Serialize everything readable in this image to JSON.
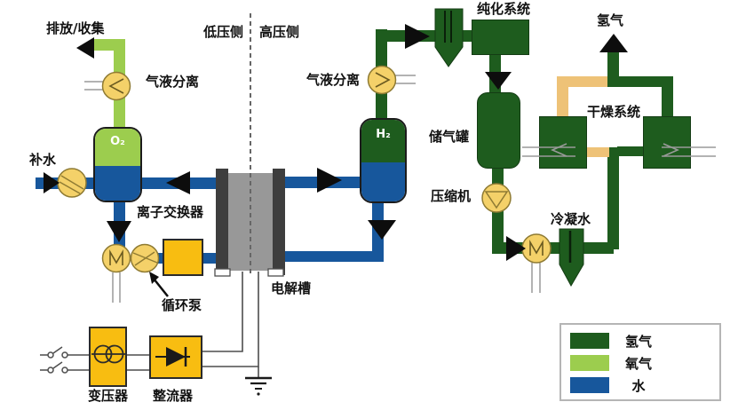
{
  "labels": {
    "discharge_collect": "排放/收集",
    "gas_liquid_sep_left": "气液分离",
    "makeup_water": "补水",
    "low_pressure_side": "低压侧",
    "high_pressure_side": "高压侧",
    "gas_liquid_sep_right": "气液分离",
    "purification_system": "纯化系统",
    "hydrogen_out": "氢气",
    "drying_system": "干燥系统",
    "gas_storage_tank": "储气罐",
    "compressor": "压缩机",
    "condensate_water": "冷凝水",
    "ion_exchanger": "离子交换器",
    "circulation_pump": "循环泵",
    "electrolyzer": "电解槽",
    "transformer": "变压器",
    "rectifier": "整流器",
    "o2_tank": "O₂",
    "h2_tank": "H₂"
  },
  "legend": {
    "items": [
      {
        "label": "氢气",
        "color": "#1e5c1e"
      },
      {
        "label": "氧气",
        "color": "#9ccd4e"
      },
      {
        "label": "水",
        "color": "#17579c"
      }
    ]
  },
  "colors": {
    "hydrogen_pipe": "#1e5c1e",
    "oxygen_pipe": "#9ccd4e",
    "water_pipe": "#17579c",
    "regeneration_pipe": "#eec277",
    "equipment_yellow": "#f4d169",
    "equipment_orange": "#f8bd11",
    "electrolyzer_body": "#989898",
    "electrolyzer_plate": "#3e3e3e"
  }
}
